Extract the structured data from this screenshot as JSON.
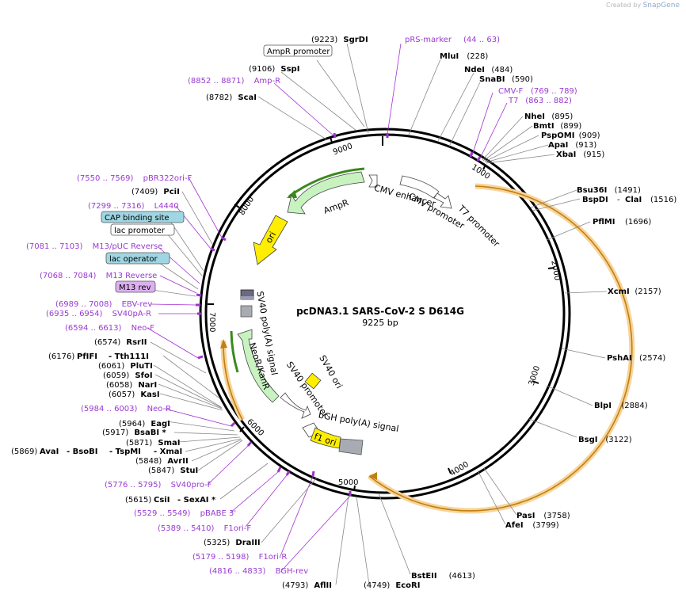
{
  "credit": {
    "prefix": "Created by",
    "brand": "SnapGene"
  },
  "plasmid": {
    "name": "pcDNA3.1 SARS-CoV-2 S D614G",
    "length_label": "9225 bp",
    "total_bp": 9225
  },
  "colors": {
    "primer": "#9a3ad1",
    "site": "#000000",
    "backbone": "#000000",
    "orange": "#f0a030",
    "green": "#66bb44"
  },
  "ruler": [
    "1000",
    "2000",
    "3000",
    "4000",
    "5000",
    "6000",
    "7000",
    "8000",
    "9000"
  ],
  "labels": [
    {
      "name": "SgrDI",
      "pos": "(9223)",
      "color": "site"
    },
    {
      "name": "pRS-marker",
      "pos": "(44 .. 63)",
      "color": "primer"
    },
    {
      "name": "AmpR promoter",
      "pos": "",
      "color": "box-white"
    },
    {
      "name": "MluI",
      "pos": "(228)",
      "color": "site"
    },
    {
      "name": "SspI",
      "pos": "(9106)",
      "color": "site"
    },
    {
      "name": "NdeI",
      "pos": "(484)",
      "color": "site"
    },
    {
      "name": "Amp-R",
      "pos": "(8852 .. 8871)",
      "color": "primer"
    },
    {
      "name": "SnaBI",
      "pos": "(590)",
      "color": "site"
    },
    {
      "name": "CMV-F",
      "pos": "(769 .. 789)",
      "color": "primer"
    },
    {
      "name": "ScaI",
      "pos": "(8782)",
      "color": "site"
    },
    {
      "name": "T7",
      "pos": "(863 .. 882)",
      "color": "primer"
    },
    {
      "name": "NheI",
      "pos": "(895)",
      "color": "site"
    },
    {
      "name": "BmtI",
      "pos": "(899)",
      "color": "site"
    },
    {
      "name": "PspOMI",
      "pos": "(909)",
      "color": "site"
    },
    {
      "name": "ApaI",
      "pos": "(913)",
      "color": "site"
    },
    {
      "name": "XbaI",
      "pos": "(915)",
      "color": "site"
    },
    {
      "name": "pBR322ori-F",
      "pos": "(7550 .. 7569)",
      "color": "primer"
    },
    {
      "name": "PciI",
      "pos": "(7409)",
      "color": "site"
    },
    {
      "name": "Bsu36I",
      "pos": "(1491)",
      "color": "site"
    },
    {
      "name": "L4440",
      "pos": "(7299 .. 7316)",
      "color": "primer"
    },
    {
      "name": "BspDI",
      "pos": "",
      "color": "site"
    },
    {
      "name": "ClaI",
      "pos": "(1516)",
      "color": "site"
    },
    {
      "name": "CAP binding site",
      "pos": "",
      "color": "box-blue"
    },
    {
      "name": "lac promoter",
      "pos": "",
      "color": "box-white"
    },
    {
      "name": "PflMI",
      "pos": "(1696)",
      "color": "site"
    },
    {
      "name": "M13/pUC Reverse",
      "pos": "(7081 .. 7103)",
      "color": "primer"
    },
    {
      "name": "lac operator",
      "pos": "",
      "color": "box-blue"
    },
    {
      "name": "M13 Reverse",
      "pos": "(7068 .. 7084)",
      "color": "primer"
    },
    {
      "name": "M13 rev",
      "pos": "",
      "color": "box-purple"
    },
    {
      "name": "XcmI",
      "pos": "(2157)",
      "color": "site"
    },
    {
      "name": "EBV-rev",
      "pos": "(6989 .. 7008)",
      "color": "primer"
    },
    {
      "name": "SV40pA-R",
      "pos": "(6935 .. 6954)",
      "color": "primer"
    },
    {
      "name": "Neo-F",
      "pos": "(6594 .. 6613)",
      "color": "primer"
    },
    {
      "name": "RsrII",
      "pos": "(6574)",
      "color": "site"
    },
    {
      "name": "PfIFI",
      "pos": "(6176)",
      "color": "site"
    },
    {
      "name": "Tth111I",
      "pos": "",
      "color": "site"
    },
    {
      "name": "PshAI",
      "pos": "(2574)",
      "color": "site"
    },
    {
      "name": "PluTI",
      "pos": "(6061)",
      "color": "site"
    },
    {
      "name": "SfoI",
      "pos": "(6059)",
      "color": "site"
    },
    {
      "name": "NarI",
      "pos": "(6058)",
      "color": "site"
    },
    {
      "name": "KasI",
      "pos": "(6057)",
      "color": "site"
    },
    {
      "name": "BlpI",
      "pos": "(2884)",
      "color": "site"
    },
    {
      "name": "Neo-R",
      "pos": "(5984 .. 6003)",
      "color": "primer"
    },
    {
      "name": "EagI",
      "pos": "(5964)",
      "color": "site"
    },
    {
      "name": "BsaBI *",
      "pos": "(5917)",
      "color": "site"
    },
    {
      "name": "BsgI",
      "pos": "(3122)",
      "color": "site"
    },
    {
      "name": "SmaI",
      "pos": "(5871)",
      "color": "site"
    },
    {
      "name": "AvaI",
      "pos": "(5869)",
      "color": "site"
    },
    {
      "name": "BsoBI",
      "pos": "",
      "color": "site"
    },
    {
      "name": "TspMI",
      "pos": "",
      "color": "site"
    },
    {
      "name": "XmaI",
      "pos": "",
      "color": "site"
    },
    {
      "name": "AvrII",
      "pos": "(5848)",
      "color": "site"
    },
    {
      "name": "StuI",
      "pos": "(5847)",
      "color": "site"
    },
    {
      "name": "SV40pro-F",
      "pos": "(5776 .. 5795)",
      "color": "primer"
    },
    {
      "name": "CsiI",
      "pos": "(5615)",
      "color": "site"
    },
    {
      "name": "SexAI *",
      "pos": "",
      "color": "site"
    },
    {
      "name": "PasI",
      "pos": "(3758)",
      "color": "site"
    },
    {
      "name": "AfeI",
      "pos": "(3799)",
      "color": "site"
    },
    {
      "name": "pBABE 3'",
      "pos": "(5529 .. 5549)",
      "color": "primer"
    },
    {
      "name": "F1ori-F",
      "pos": "(5389 .. 5410)",
      "color": "primer"
    },
    {
      "name": "DraIII",
      "pos": "(5325)",
      "color": "site"
    },
    {
      "name": "F1ori-R",
      "pos": "(5179 .. 5198)",
      "color": "primer"
    },
    {
      "name": "BGH-rev",
      "pos": "(4816 .. 4833)",
      "color": "primer"
    },
    {
      "name": "BstEII",
      "pos": "(4613)",
      "color": "site"
    },
    {
      "name": "AflII",
      "pos": "(4793)",
      "color": "site"
    },
    {
      "name": "EcoRI",
      "pos": "(4749)",
      "color": "site"
    }
  ],
  "features": [
    {
      "name": "AmpR"
    },
    {
      "name": "ori"
    },
    {
      "name": "CMV enhancer"
    },
    {
      "name": "CMV promoter"
    },
    {
      "name": "T7 promoter"
    },
    {
      "name": "SV40 poly(A) signal"
    },
    {
      "name": "NeoR/KanR"
    },
    {
      "name": "SV40 promoter"
    },
    {
      "name": "SV40 ori"
    },
    {
      "name": "bGH poly(A) signal"
    },
    {
      "name": "f1 ori"
    }
  ]
}
